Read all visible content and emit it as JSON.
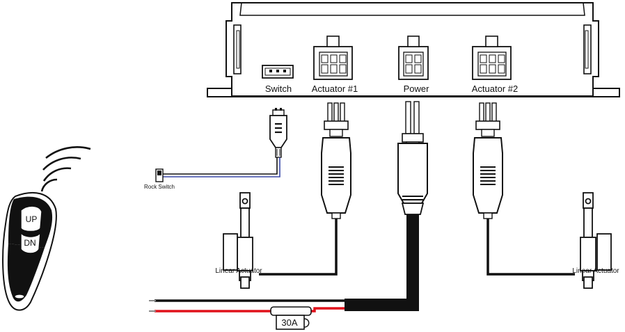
{
  "controller": {
    "ports": [
      {
        "id": "switch",
        "label": "Switch"
      },
      {
        "id": "actuator1",
        "label": "Actuator #1"
      },
      {
        "id": "power",
        "label": "Power"
      },
      {
        "id": "actuator2",
        "label": "Actuator #2"
      }
    ]
  },
  "remote": {
    "up_label": "UP",
    "down_label": "DN"
  },
  "rock_switch_label": "Rock Switch",
  "actuators": [
    {
      "label": "Linear Actuator"
    },
    {
      "label": "Linear Actuator"
    }
  ],
  "fuse_label": "30A",
  "colors": {
    "line": "#111111",
    "positive_wire": "#e0121b",
    "switch_wire": "#3a49a8"
  }
}
